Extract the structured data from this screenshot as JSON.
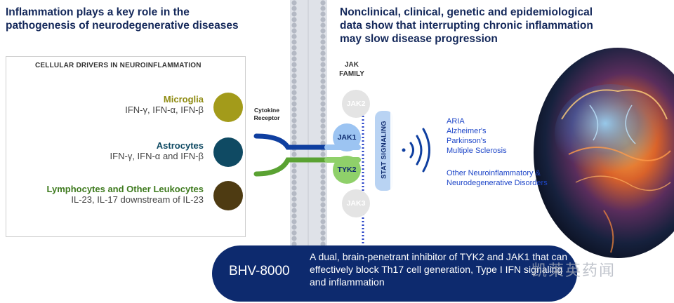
{
  "left_title": "Inflammation plays a key role in the\npathogenesis of neurodegenerative diseases",
  "right_title": "Nonclinical, clinical, genetic and epidemiological\ndata show that interrupting chronic inflammation\nmay slow disease progression",
  "drivers": {
    "heading": "CELLULAR DRIVERS IN NEUROINFLAMMATION",
    "cells": [
      {
        "name": "Microglia",
        "detail": "IFN-γ, IFN-α, IFN-β",
        "color": "#a39b1a",
        "name_color": "#8e8a10"
      },
      {
        "name": "Astrocytes",
        "detail": "IFN-γ, IFN-α and IFN-β",
        "color": "#0f4a63",
        "name_color": "#0f4a63"
      },
      {
        "name": "Lymphocytes and Other Leukocytes",
        "detail": "IL-23, IL-17 downstream of IL-23",
        "color": "#4e3b12",
        "name_color": "#3e7a1e"
      }
    ]
  },
  "receptor_label": "Cytokine\nReceptor",
  "jak_family": {
    "heading": "JAK\nFAMILY",
    "members": [
      {
        "label": "JAK2",
        "active": false
      },
      {
        "label": "JAK1",
        "active": true,
        "color": "#9cc4f2"
      },
      {
        "label": "TYK2",
        "active": true,
        "color": "#8fd06a"
      },
      {
        "label": "JAK3",
        "active": false
      }
    ]
  },
  "stat_label": "STAT SIGNALING",
  "outcomes": {
    "primary": [
      "ARIA",
      "Alzheimer's",
      "Parkinson's",
      "Multiple Sclerosis"
    ],
    "secondary": [
      "Other Neuroinflammatory &",
      "Neurodegenerative Disorders"
    ]
  },
  "bhv": {
    "name": "BHV-8000",
    "description": "A dual, brain-penetrant inhibitor of TYK2 and JAK1 that can effectively block Th17 cell generation, Type I IFN signaling and inflammation"
  },
  "watermark": "凯莱英药闻",
  "colors": {
    "title": "#14285a",
    "receptor_blue": "#0f3fa0",
    "receptor_green": "#5aa232",
    "stat_band": "#b9d3f3",
    "membrane": "#b4b9c4",
    "pill": "#0d2a6e"
  }
}
